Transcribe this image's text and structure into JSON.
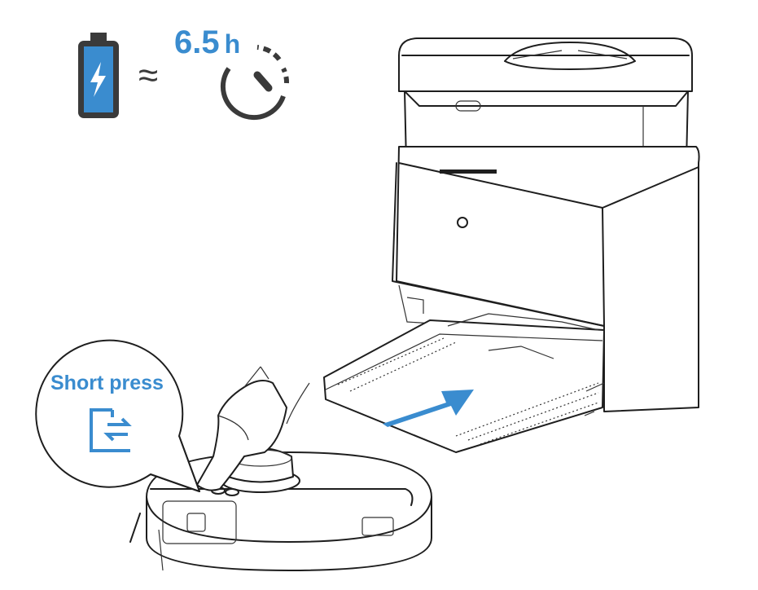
{
  "battery": {
    "icon": "battery-charging-icon",
    "color": "#3a8ccf",
    "frame_color": "#3a3a3a"
  },
  "approx_symbol": "≈",
  "runtime": {
    "value": "6.5",
    "unit": "h",
    "icon": "timer-icon"
  },
  "callout": {
    "label": "Short press",
    "icon": "switch-mode-icon",
    "color": "#3a8ccf"
  },
  "arrow": {
    "icon": "arrow-right-icon",
    "color": "#3a8ccf"
  }
}
